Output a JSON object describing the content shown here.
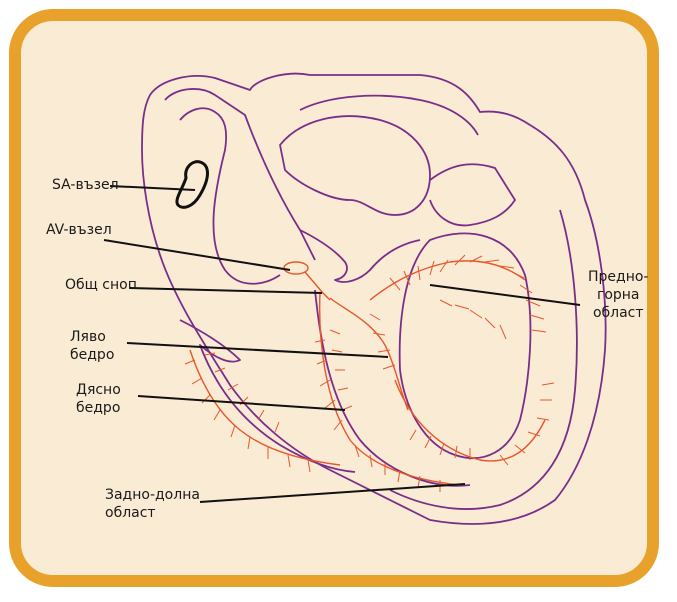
{
  "labels": {
    "sa_node": "SA-възел",
    "av_node": "AV-възел",
    "common_bundle": "Общ сноп",
    "left_branch": "Ляво\nбедро",
    "right_branch": "Дясно\nбедро",
    "posterior_inferior": "Задно-долна\nобласт",
    "anterior_superior": "Предно-\nгорна\nобласт"
  },
  "colors": {
    "frame": "#E8A12A",
    "background": "#FAEBD4",
    "outline": "#7A2E8A",
    "conduction": "#E8562B",
    "leader": "#111111"
  }
}
